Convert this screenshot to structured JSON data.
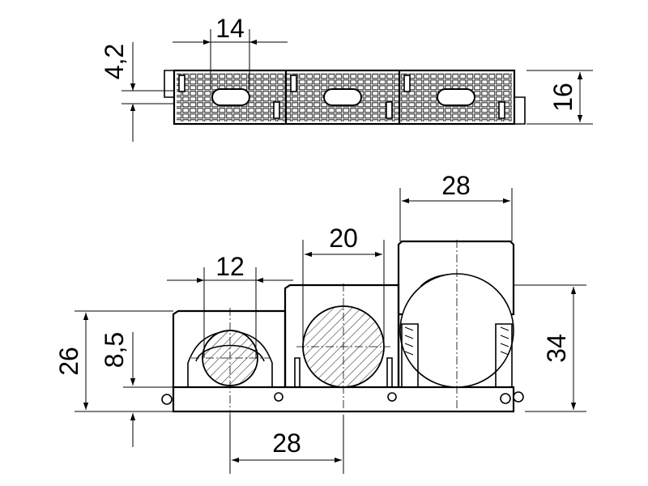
{
  "top_view": {
    "dim_width": "14",
    "dim_thickness": "4,2",
    "dim_height": "16"
  },
  "front_view": {
    "dim_small": "12",
    "dim_medium": "20",
    "dim_large": "28",
    "dim_pitch": "28",
    "dim_height_small": "26",
    "dim_axis": "8,5",
    "dim_height_large": "34"
  }
}
